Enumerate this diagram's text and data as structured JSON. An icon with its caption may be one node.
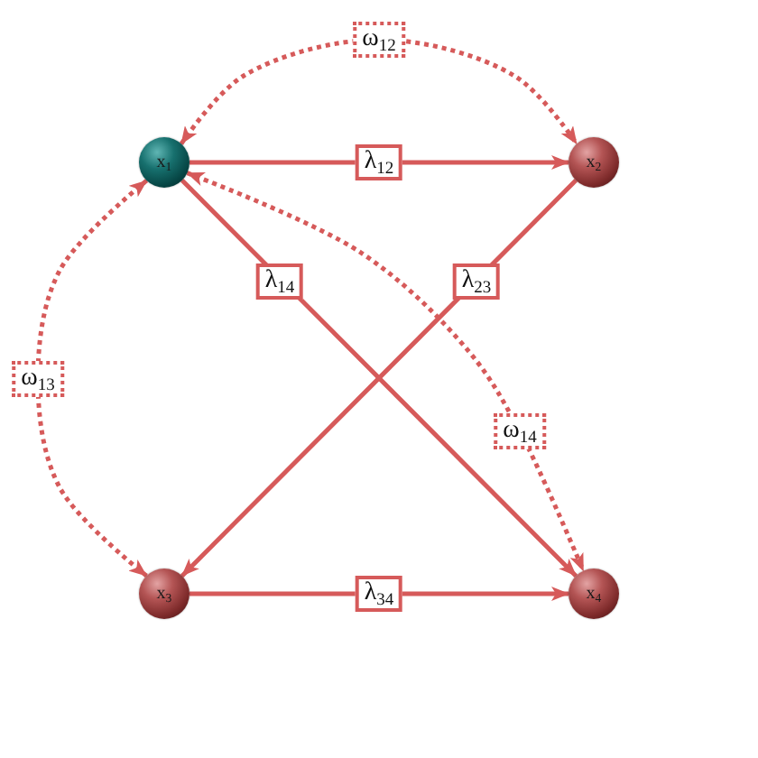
{
  "diagram": {
    "nodes": [
      {
        "text": [
          "x$_{1}$"
        ]
      },
      {
        "text": [
          "x$_{2}$"
        ]
      },
      {
        "text": [
          "x$_{3}$"
        ]
      },
      {
        "text": [
          "x$_{4}$"
        ]
      }
    ],
    "edges": [
      {
        "from": 0,
        "to": 1,
        "arrow": "to",
        "label": "λ$_{12}$"
      },
      {
        "from": 0,
        "to": 3,
        "arrow": "to",
        "label": "λ$_{14}$"
      },
      {
        "from": 1,
        "to": 2,
        "arrow": "to",
        "label": "λ$_{23}$"
      },
      {
        "from": 2,
        "to": 3,
        "arrow": "to",
        "label": "λ$_{34}$"
      },
      {
        "from": 0,
        "to": 1,
        "arrow": "both",
        "label": "ω$_{12}$",
        "style": "dashed"
      },
      {
        "from": 0,
        "to": 2,
        "arrow": "both",
        "label": "ω$_{13}$",
        "style": "dashed"
      },
      {
        "from": 0,
        "to": 3,
        "arrow": "both",
        "label": "ω$_{14}$",
        "style": "dashed"
      }
    ]
  }
}
